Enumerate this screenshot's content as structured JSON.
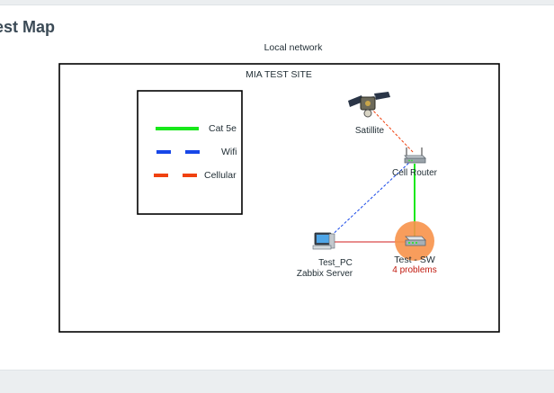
{
  "page": {
    "title": "est Map"
  },
  "map": {
    "name": "Local network",
    "site_label": "MIA TEST SITE",
    "legend": {
      "items": [
        {
          "label": "Cat 5e",
          "color": "#17e81a",
          "style": "solid"
        },
        {
          "label": "Wifi",
          "color": "#1747e8",
          "style": "dashed"
        },
        {
          "label": "Cellular",
          "color": "#f0410f",
          "style": "dashed"
        }
      ]
    },
    "nodes": {
      "satellite": {
        "label": "Satillite",
        "icon": "satellite-icon"
      },
      "router": {
        "label": "Cell Router",
        "icon": "router-icon"
      },
      "switch": {
        "label": "Test - SW",
        "problems": "4 problems",
        "icon": "switch-icon",
        "problem_color": "#f7924a"
      },
      "pc": {
        "label": "Test_PC",
        "label2": "Zabbix Server",
        "icon": "computer-icon"
      }
    },
    "links": {
      "sat_router": {
        "color": "#f0410f"
      },
      "router_pc": {
        "color": "#1747e8"
      },
      "router_switch": {
        "color": "#17e81a"
      },
      "pc_switch": {
        "color": "#d01c1c"
      }
    }
  }
}
